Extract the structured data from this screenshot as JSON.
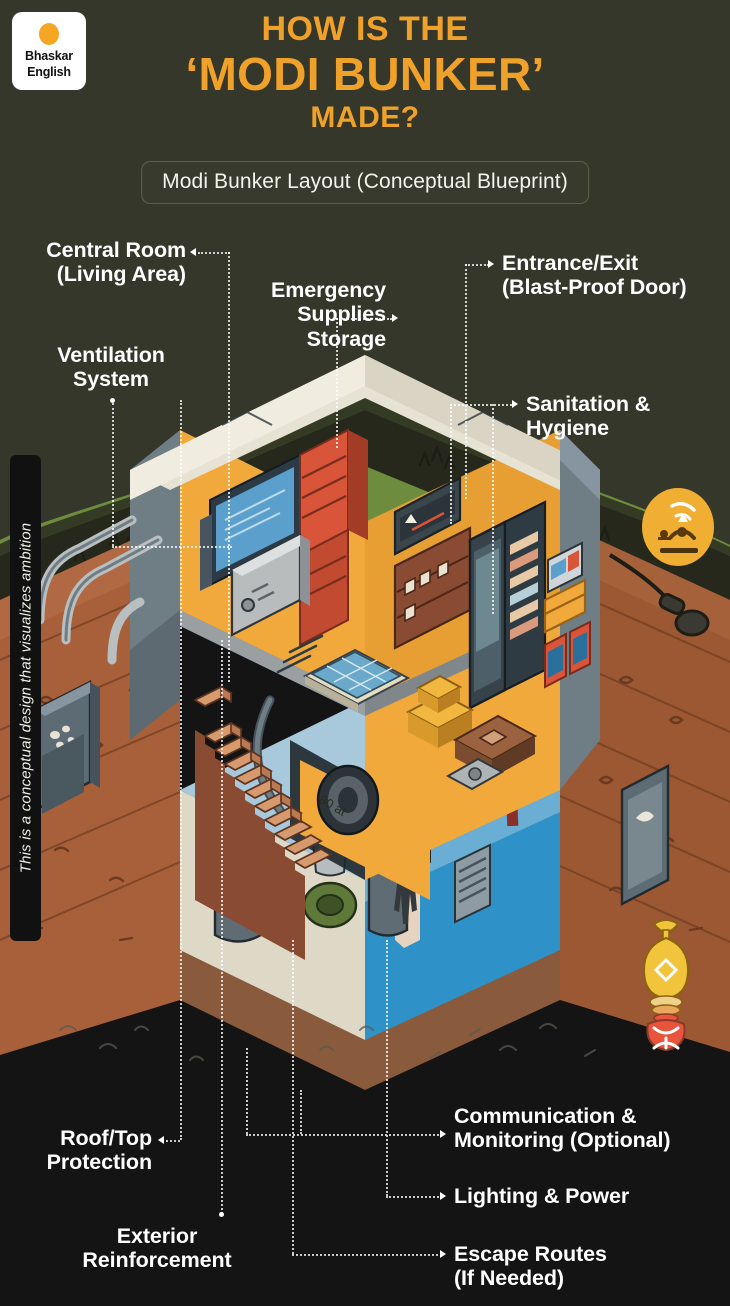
{
  "brand": {
    "logo_line1": "Bhaskar",
    "logo_line2": "English",
    "logo_dot_color": "#F5A623"
  },
  "header": {
    "title_line1": "HOW IS THE",
    "title_line2": "‘MODI BUNKER’",
    "title_line3": "MADE?",
    "title_color": "#F0A12A",
    "subtitle": "Modi Bunker Layout (Conceptual Blueprint)"
  },
  "side_note": {
    "text": "This is a conceptual design that visualizes ambition"
  },
  "labels": {
    "central_room": "Central Room\n(Living Area)",
    "central_room_l1": "Central Room",
    "central_room_l2": "(Living Area)",
    "ventilation_l1": "Ventilation",
    "ventilation_l2": "System",
    "emergency_l1": "Emergency",
    "emergency_l2": "Supplies",
    "emergency_l3": "Storage",
    "entrance_l1": "Entrance/Exit",
    "entrance_l2": "(Blast-Proof Door)",
    "sanitation_l1": "Sanitation &",
    "sanitation_l2": "Hygiene",
    "roof_l1": "Roof/Top",
    "roof_l2": "Protection",
    "exterior_l1": "Exterior",
    "exterior_l2": "Reinforcement",
    "communication_l1": "Communication &",
    "communication_l2": "Monitoring (Optional)",
    "lighting": "Lighting & Power",
    "escape_l1": "Escape Routes",
    "escape_l2": "(If Needed)"
  },
  "palette": {
    "background_olive": "#35372a",
    "underground_black": "#141414",
    "grass_green": "#6d8c3e",
    "grass_dark": "#5a7734",
    "soil_brown": "#a8603a",
    "soil_dark": "#8a4c2c",
    "concrete": "#e6e2d4",
    "wall_yellow": "#F2A93B",
    "wall_blue": "#2E91C8",
    "steel_grey": "#6f7d85",
    "accent_red": "#D8553A",
    "floor_grey": "#d6d8d6",
    "label_white": "#ffffff"
  },
  "icons": {
    "antenna_badge": "satellite-antenna-icon",
    "antenna_badge_color": "#F0AE32",
    "light_badge": "hanging-lamp-icon",
    "light_badge_color": "#E8543C"
  }
}
